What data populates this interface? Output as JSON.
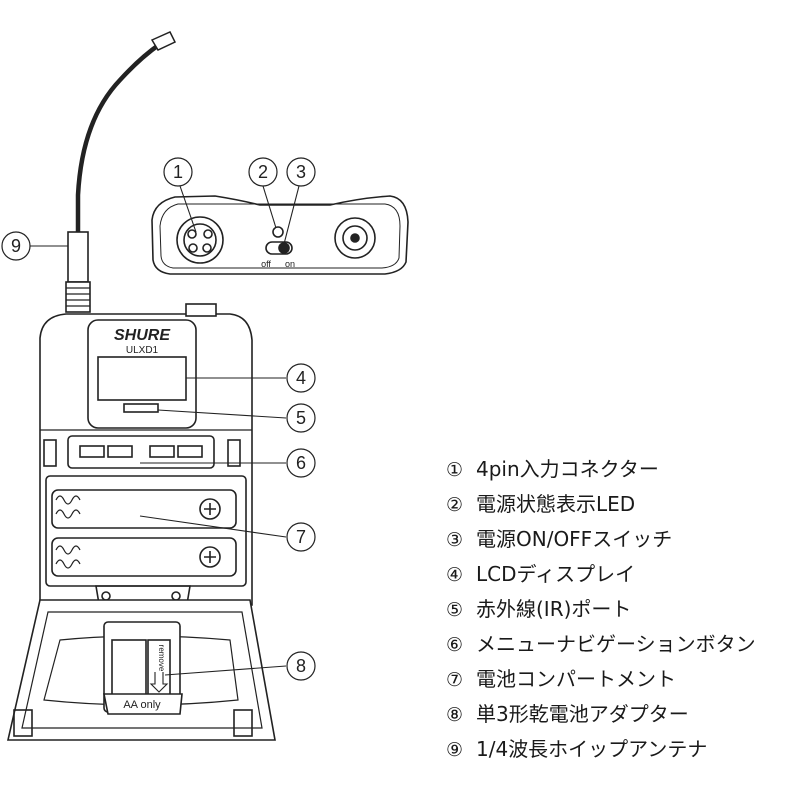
{
  "device": {
    "brand": "SHURE",
    "model": "ULXD1",
    "switch_off": "off",
    "switch_on": "on",
    "battery_label": "AA only",
    "remove_label": "remove"
  },
  "callouts": [
    "1",
    "2",
    "3",
    "4",
    "5",
    "6",
    "7",
    "8",
    "9"
  ],
  "legend": [
    {
      "num": "①",
      "text": "4pin入力コネクター"
    },
    {
      "num": "②",
      "text": "電源状態表示LED"
    },
    {
      "num": "③",
      "text": "電源ON/OFFスイッチ"
    },
    {
      "num": "④",
      "text": "LCDディスプレイ"
    },
    {
      "num": "⑤",
      "text": "赤外線(IR)ポート"
    },
    {
      "num": "⑥",
      "text": "メニューナビゲーションボタン"
    },
    {
      "num": "⑦",
      "text": "電池コンパートメント"
    },
    {
      "num": "⑧",
      "text": "単3形乾電池アダプター"
    },
    {
      "num": "⑨",
      "text": "1/4波長ホイップアンテナ"
    }
  ]
}
